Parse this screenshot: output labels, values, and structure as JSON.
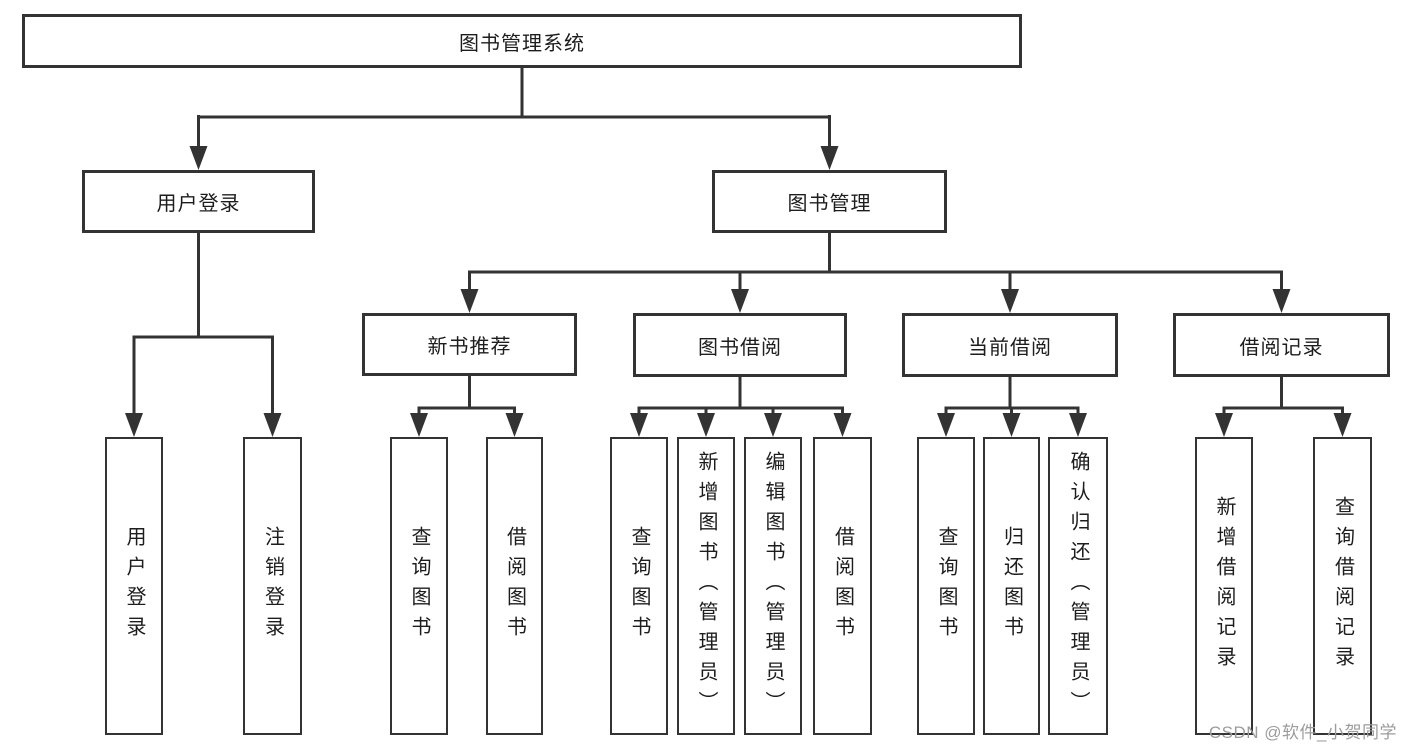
{
  "tree": {
    "root": {
      "label": "图书管理系统"
    },
    "level2": [
      {
        "label": "用户登录",
        "leaves": [
          "用户登录",
          "注销登录"
        ]
      },
      {
        "label": "图书管理",
        "groups": [
          {
            "label": "新书推荐",
            "leaves": [
              "查询图书",
              "借阅图书"
            ]
          },
          {
            "label": "图书借阅",
            "leaves": [
              "查询图书",
              "新增图书（管理员）",
              "编辑图书（管理员）",
              "借阅图书"
            ]
          },
          {
            "label": "当前借阅",
            "leaves": [
              "查询图书",
              "归还图书",
              "确认归还（管理员）"
            ]
          },
          {
            "label": "借阅记录",
            "leaves": [
              "新增借阅记录",
              "查询借阅记录"
            ]
          }
        ]
      }
    ]
  },
  "watermark": {
    "text": "CSDN @软件_小贺同学"
  },
  "colors": {
    "line": "#333333",
    "box_border": "#333333",
    "text": "#1d1d1d",
    "background": "#ffffff",
    "watermark": "#9c9c9c"
  }
}
